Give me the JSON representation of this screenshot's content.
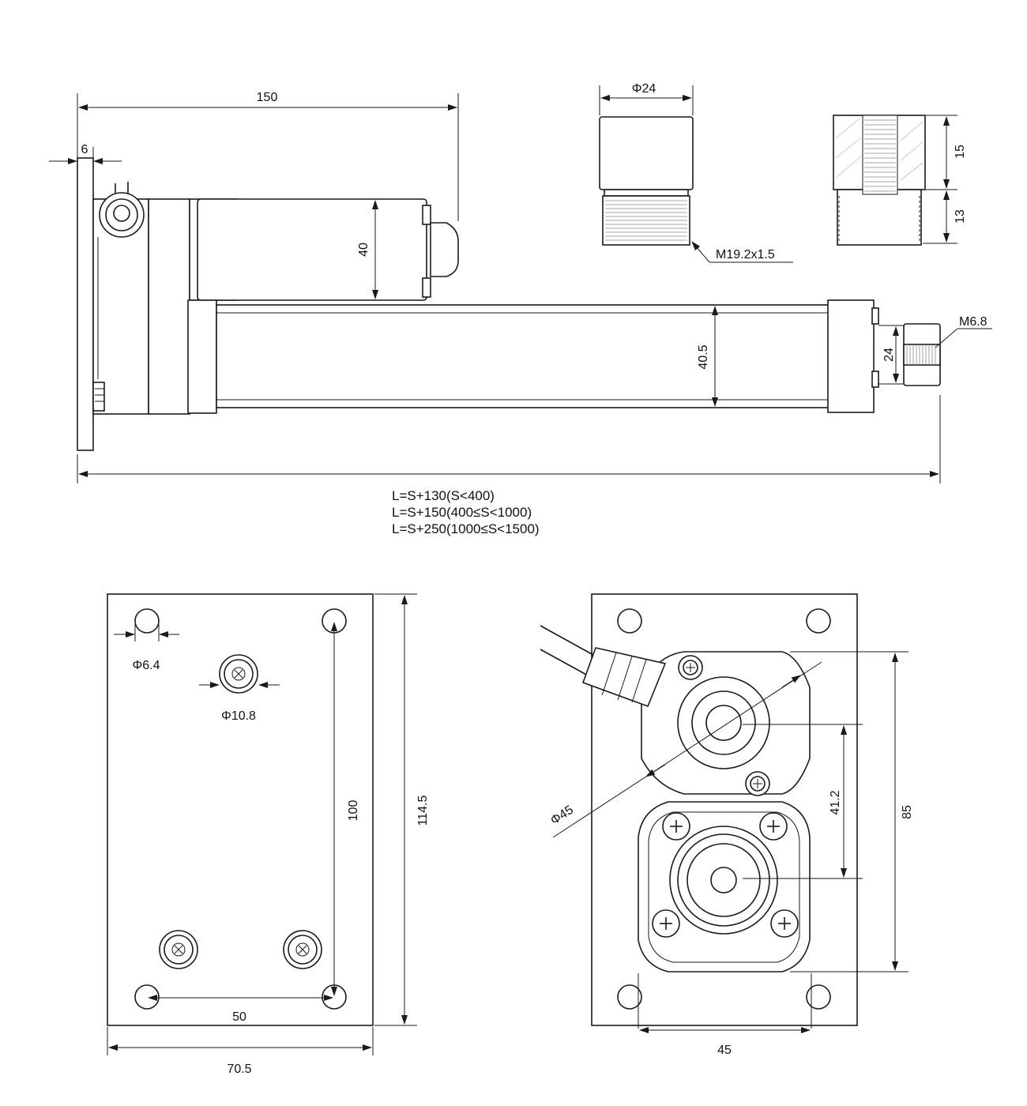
{
  "side_view": {
    "dim_overall_flange_to_cap": "150",
    "dim_flange_thickness": "6",
    "dim_motor_height": "40",
    "dim_tube_height": "40.5",
    "dim_rod_end_width": "24",
    "rod_end_thread": "M6.8",
    "length_formulas": [
      "L=S+130(S<400)",
      "L=S+150(400≤S<1000)",
      "L=S+250(1000≤S<1500)"
    ]
  },
  "adapter_detail": {
    "dim_diameter": "Φ24",
    "thread_spec": "M19.2x1.5",
    "dim_upper_height": "15",
    "dim_lower_height": "13"
  },
  "flange_view": {
    "hole_diameter": "Φ6.4",
    "screw_head_diameter": "Φ10.8",
    "dim_hole_spacing_vertical": "100",
    "dim_plate_height": "114.5",
    "dim_hole_spacing_horizontal": "50",
    "dim_plate_width": "70.5"
  },
  "end_view": {
    "dim_motor_diameter": "Φ45",
    "dim_center_distance": "41.2",
    "dim_body_height": "85",
    "dim_body_width": "45"
  }
}
